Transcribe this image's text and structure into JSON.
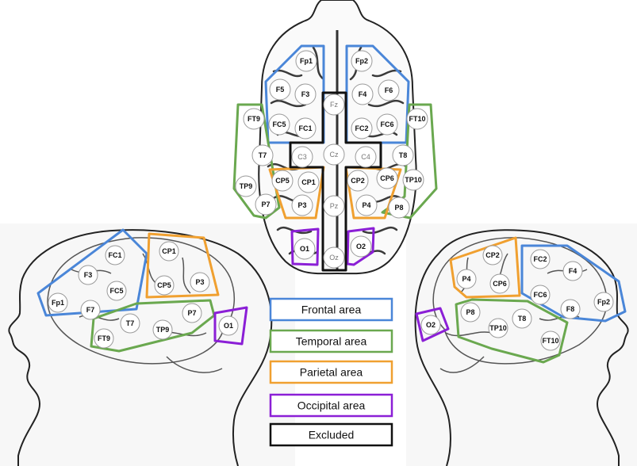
{
  "top_view": {
    "electrodes": [
      {
        "label": "Fp1"
      },
      {
        "label": "Fp2"
      },
      {
        "label": "F5"
      },
      {
        "label": "F3"
      },
      {
        "label": "F4"
      },
      {
        "label": "F6"
      },
      {
        "label": "FT9"
      },
      {
        "label": "FC5"
      },
      {
        "label": "FC1"
      },
      {
        "label": "FC2"
      },
      {
        "label": "FC6"
      },
      {
        "label": "FT10"
      },
      {
        "label": "Fz"
      },
      {
        "label": "Cz"
      },
      {
        "label": "C3"
      },
      {
        "label": "C4"
      },
      {
        "label": "T7"
      },
      {
        "label": "T8"
      },
      {
        "label": "TP9"
      },
      {
        "label": "CP5"
      },
      {
        "label": "CP1"
      },
      {
        "label": "CP2"
      },
      {
        "label": "CP6"
      },
      {
        "label": "TP10"
      },
      {
        "label": "Pz"
      },
      {
        "label": "P7"
      },
      {
        "label": "P3"
      },
      {
        "label": "P4"
      },
      {
        "label": "P8"
      },
      {
        "label": "O1"
      },
      {
        "label": "O2"
      },
      {
        "label": "Oz"
      }
    ]
  },
  "left_view": {
    "electrodes": [
      {
        "label": "FC1"
      },
      {
        "label": "F3"
      },
      {
        "label": "FC5"
      },
      {
        "label": "Fp1"
      },
      {
        "label": "F7"
      },
      {
        "label": "CP1"
      },
      {
        "label": "CP5"
      },
      {
        "label": "P3"
      },
      {
        "label": "T7"
      },
      {
        "label": "TP9"
      },
      {
        "label": "FT9"
      },
      {
        "label": "P7"
      },
      {
        "label": "O1"
      }
    ]
  },
  "right_view": {
    "electrodes": [
      {
        "label": "CP2"
      },
      {
        "label": "P4"
      },
      {
        "label": "CP6"
      },
      {
        "label": "FC2"
      },
      {
        "label": "F4"
      },
      {
        "label": "FC6"
      },
      {
        "label": "F8"
      },
      {
        "label": "Fp2"
      },
      {
        "label": "P8"
      },
      {
        "label": "T8"
      },
      {
        "label": "TP10"
      },
      {
        "label": "FT10"
      },
      {
        "label": "O2"
      }
    ]
  },
  "legend": [
    {
      "label": "Frontal area",
      "color": "#4a86d8",
      "fill": "#ffffff"
    },
    {
      "label": "Temporal area",
      "color": "#6aa84f",
      "fill": "#ffffff"
    },
    {
      "label": "Parietal area",
      "color": "#f0a030",
      "fill": "#ffffff"
    },
    {
      "label": "Occipital area",
      "color": "#8b1fd6",
      "fill": "#ffffff"
    },
    {
      "label": "Excluded",
      "color": "#111111",
      "fill": "#f2f2f2"
    }
  ],
  "colors": {
    "frontal": "#4a86d8",
    "temporal": "#6aa84f",
    "parietal": "#f0a030",
    "occipital": "#8b1fd6",
    "excluded": "#111111",
    "outline": "#222222",
    "brain_fold": "#444444"
  }
}
